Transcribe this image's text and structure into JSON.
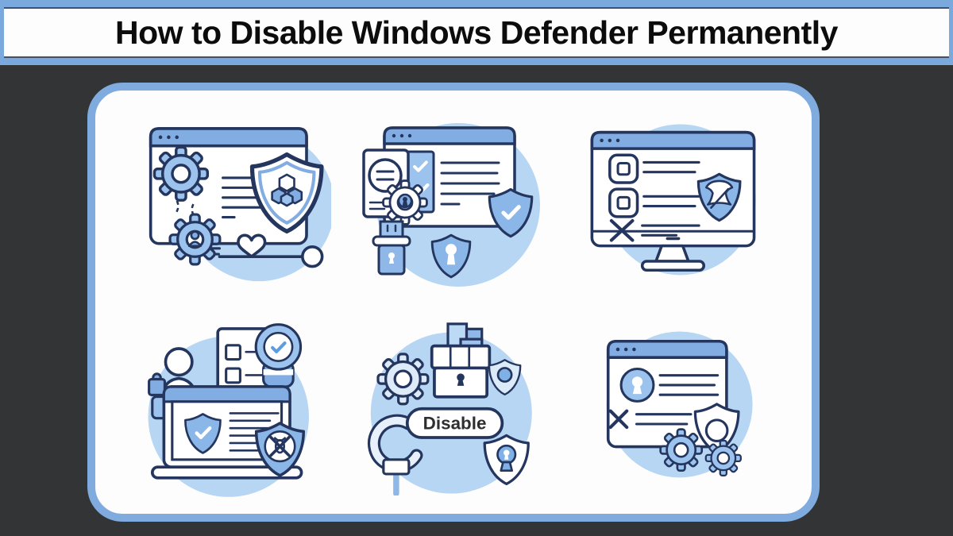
{
  "header": {
    "title": "How to Disable Windows Defender Permanently"
  },
  "card": {
    "disable_button_label": "Disable",
    "illustrations": [
      {
        "name": "settings-gears-shield-window",
        "icons": [
          "browser-window-icon",
          "gear-icon",
          "user-gear-icon",
          "antivirus-shield-icon",
          "heart-icon",
          "slider-icon"
        ]
      },
      {
        "name": "block-service-lock",
        "icons": [
          "browser-window-icon",
          "blocked-document-icon",
          "checklist-icon",
          "gear-keyhole-icon",
          "usb-lock-icon",
          "shield-check-icon",
          "shield-keyhole-icon"
        ]
      },
      {
        "name": "monitor-checklist-defender",
        "icons": [
          "monitor-icon",
          "checkbox-icon",
          "cross-icon",
          "defender-shield-icon"
        ]
      },
      {
        "name": "user-laptop-protection",
        "icons": [
          "person-icon",
          "puzzle-icon",
          "checklist-document-icon",
          "approved-badge-icon",
          "laptop-icon",
          "shield-check-icon",
          "no-malware-shield-icon"
        ]
      },
      {
        "name": "disable-plug",
        "icons": [
          "gear-icon",
          "locked-chest-icon",
          "shield-dot-icon",
          "disable-pill-button",
          "unplugged-cable-icon",
          "shield-keyhole-icon"
        ]
      },
      {
        "name": "window-lock-gears",
        "icons": [
          "browser-window-icon",
          "lock-circle-icon",
          "cross-icon",
          "shield-dot-icon",
          "gear-icon"
        ]
      }
    ]
  },
  "colors": {
    "page_background": "#333436",
    "header_frame_blue": "#7aa9de",
    "card_border_blue": "#7fabdf",
    "bar_blue": "#82ade2",
    "shield_blue": "#8ab6e8",
    "light_blue_fill": "#9cc3ee",
    "pale_circle_blue": "#b7d6f4",
    "outline_navy": "#24365e",
    "title_color": "#0c0c0c"
  }
}
